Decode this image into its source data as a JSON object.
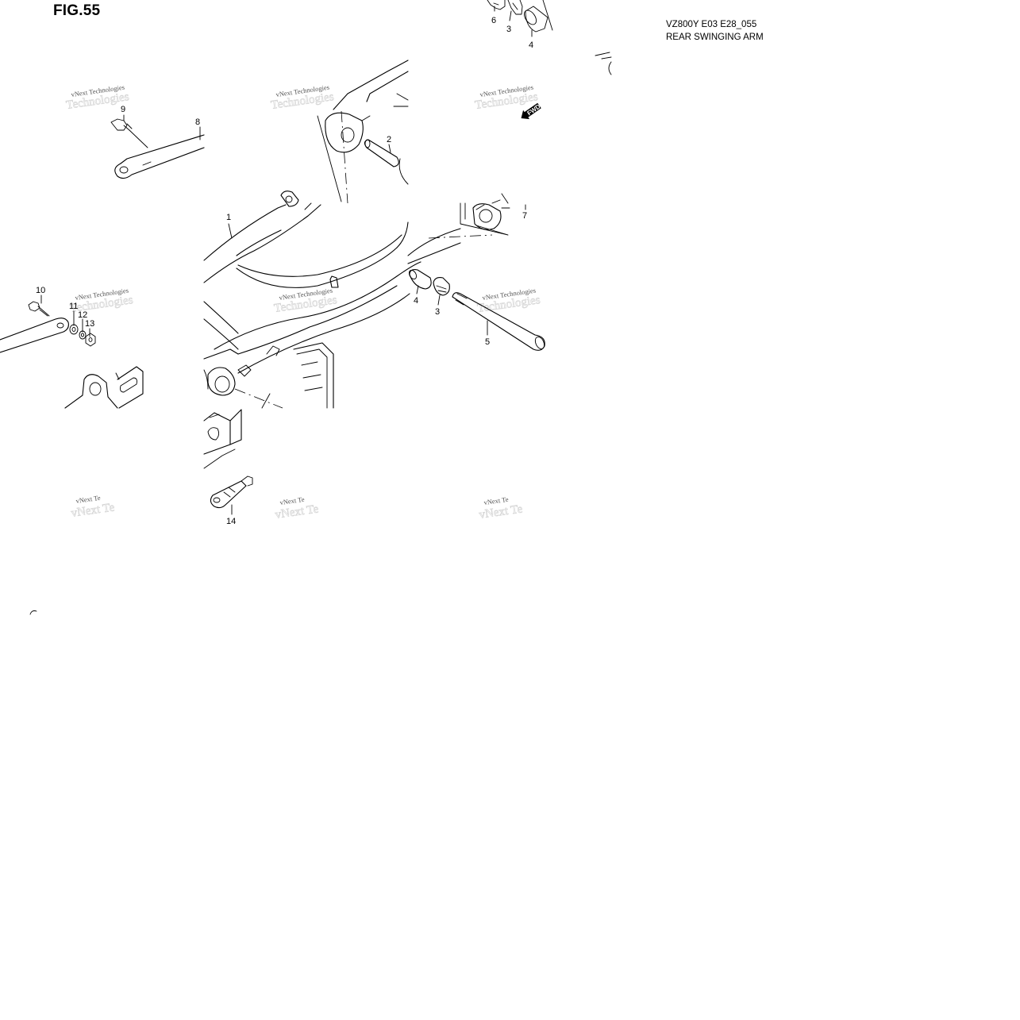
{
  "header": {
    "fig_label": "FIG.55",
    "model_code": "VZ800Y E03 E28_055",
    "part_title": "REAR SWINGING ARM"
  },
  "fwd_label": "FWD",
  "watermark": {
    "line1": "vNext Technologies",
    "line2": "Technologies",
    "short": "vNext Te"
  },
  "callouts": [
    "1",
    "2",
    "3",
    "4",
    "5",
    "6",
    "7",
    "8",
    "9",
    "10",
    "11",
    "12",
    "13",
    "14"
  ],
  "callout_dup": {
    "c3b": "3",
    "c4b": "4"
  }
}
